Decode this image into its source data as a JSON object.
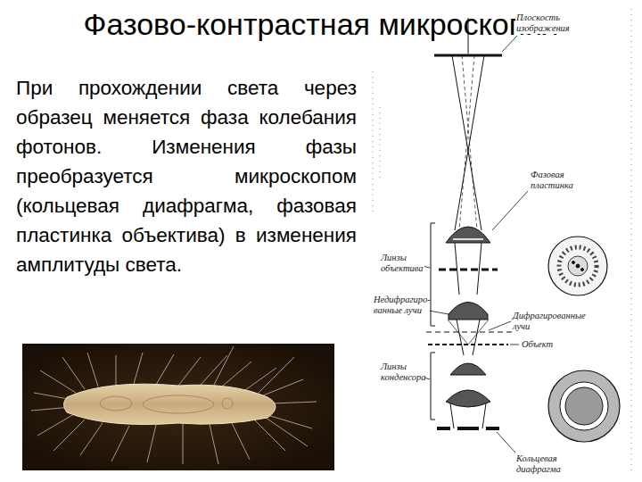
{
  "diagram": {
    "title": "Фазово-контрастная микроскопия",
    "labels": [
      "При прохождении света через образец меняется фаза колебания фотонов. Изменения фазы преобразуется микроскопом (кольцевая диафрагма, фазовая пластинка объектива) в изменения амплитуды света.",
      "Плоскость изображения",
      "Фазовая пластинка",
      "Линзы объектива",
      "Недифрагиро- ванные лучи",
      "Дифрагированные лучи",
      "Объект",
      "Линзы конденсора",
      "Кольцевая диафрагма"
    ]
  }
}
